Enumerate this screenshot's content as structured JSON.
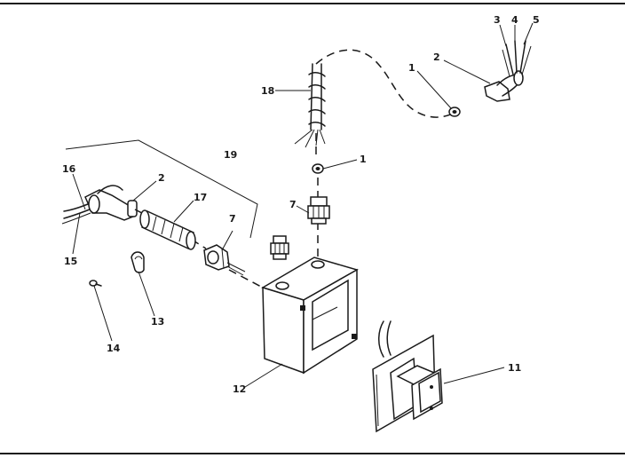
{
  "labels": {
    "l1a": "1",
    "l1b": "1",
    "l2a": "2",
    "l2b": "2",
    "l3": "3",
    "l4": "4",
    "l5": "5",
    "l7a": "7",
    "l7b": "7",
    "l11": "11",
    "l12": "12",
    "l13": "13",
    "l14": "14",
    "l15": "15",
    "l16": "16",
    "l17": "17",
    "l18": "18",
    "l19": "19"
  }
}
